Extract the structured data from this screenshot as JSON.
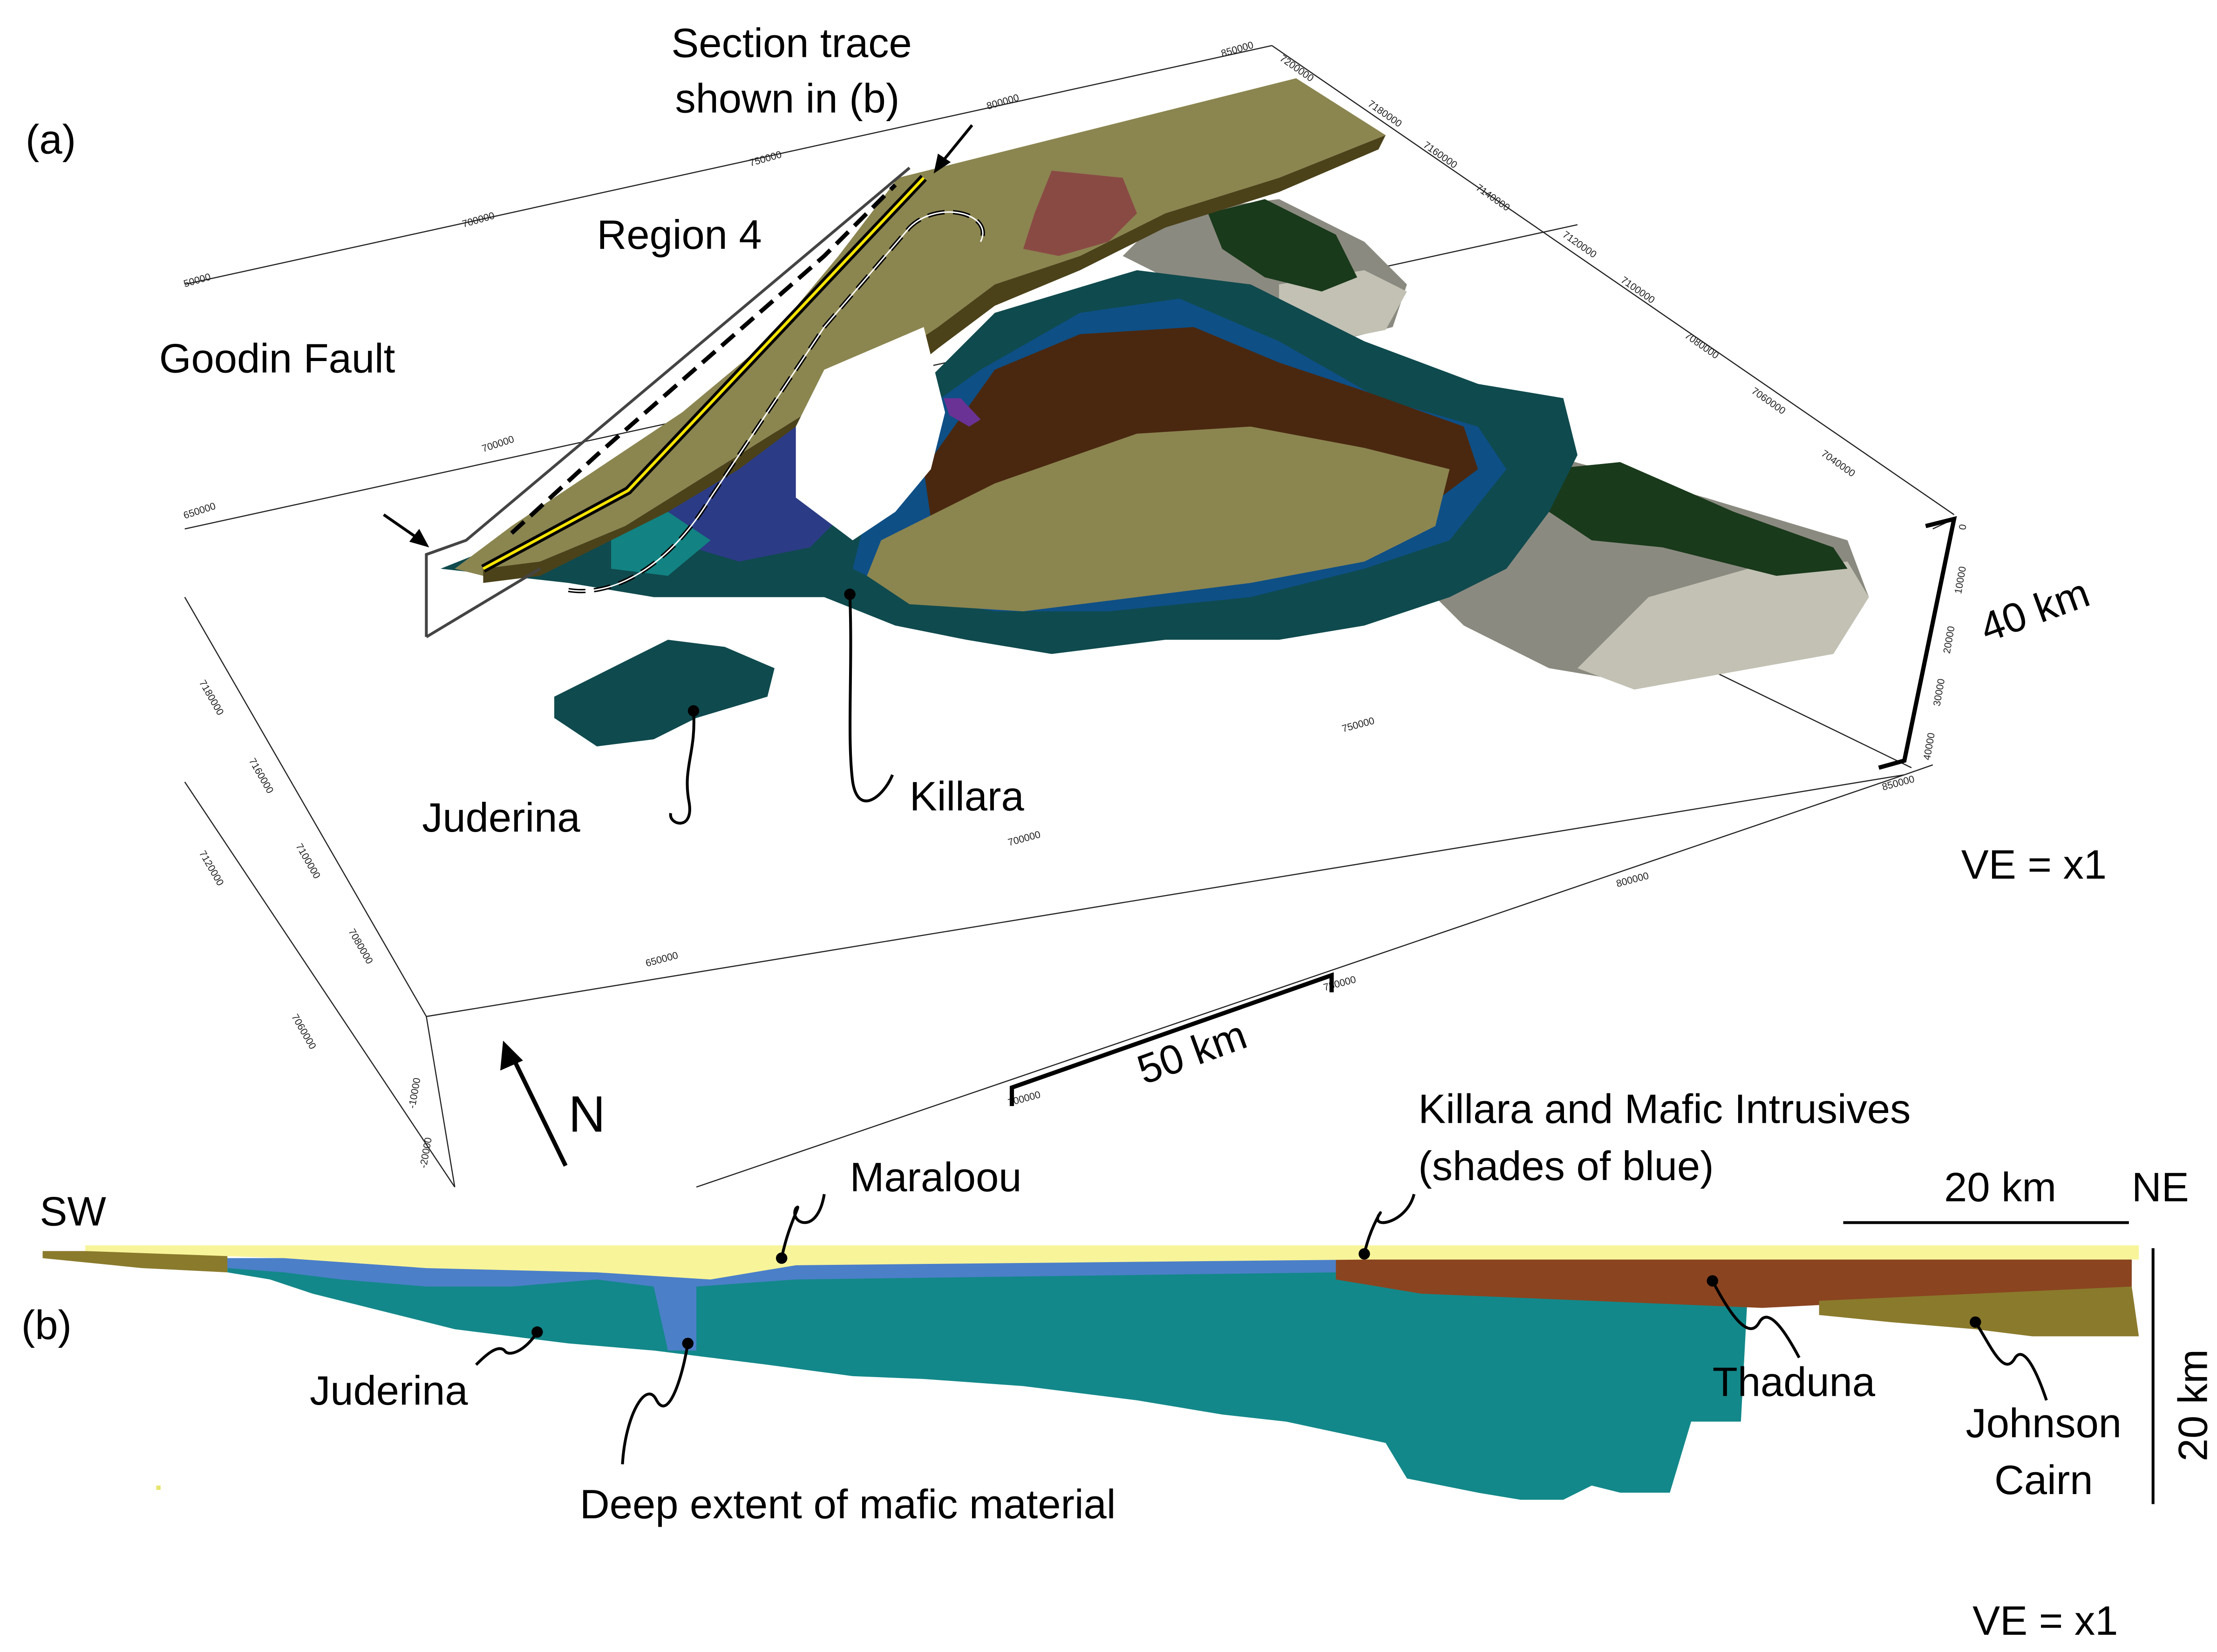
{
  "panel_a": {
    "label": "(a)",
    "section_trace_line1": "Section trace",
    "section_trace_line2": "shown in (b)",
    "region_label": "Region 4",
    "fault_label": "Goodin Fault",
    "juderina_label": "Juderina",
    "killara_label": "Killara",
    "ve_label": "VE = x1",
    "vertical_scale_label": "40 km",
    "horizontal_scale_label": "50 km",
    "north_label": "N",
    "ticks_easting_back": [
      "50000",
      "700000",
      "750000",
      "800000",
      "850000"
    ],
    "ticks_easting_mid": [
      "650000",
      "700000"
    ],
    "ticks_easting_front": [
      "650000",
      "700000",
      "750000",
      "800000",
      "850000"
    ],
    "ticks_northing_right": [
      "7200000",
      "7180000",
      "7160000",
      "7140000",
      "7120000",
      "7100000",
      "7080000",
      "7060000",
      "7040000"
    ],
    "ticks_northing_left": [
      "7180000",
      "7160000",
      "7120000",
      "7100000",
      "7080000",
      "7060000"
    ],
    "ticks_depth": [
      "0",
      "10000",
      "20000",
      "30000",
      "40000"
    ],
    "scale_bar_ticks": [
      "700000",
      "750000"
    ],
    "near_axis_ticks": [
      "-10000",
      "-20000"
    ]
  },
  "panel_b": {
    "label": "(b)",
    "sw_label": "SW",
    "ne_label": "NE",
    "horizontal_scale_label": "20 km",
    "vertical_scale_label": "20 km",
    "maraloou_label": "Maraloou",
    "killara_line1": "Killara and Mafic Intrusives",
    "killara_line2": "(shades of blue)",
    "juderina_label": "Juderina",
    "deep_label": "Deep extent of mafic material",
    "thaduna_label": "Thaduna",
    "johnson_line1": "Johnson",
    "johnson_line2": "Cairn",
    "ve_label": "VE = x1"
  },
  "colors": {
    "olive": "#8b8550",
    "dark_olive": "#4b421a",
    "brown": "#4a2810",
    "dark_teal": "#0f4a4e",
    "blue": "#0e4f86",
    "navy": "#2b3b85",
    "cyan": "#128282",
    "dark_green": "#193a1b",
    "gray": "#8b8a80",
    "light_gray": "#c2c1b4",
    "red": "#8a4a44",
    "purple": "#6a3294",
    "section_yellow": "#f8f49a",
    "section_teal": "#13888a",
    "section_blue": "#4b7fc8",
    "section_brown": "#8a4420",
    "section_olive": "#8a7a2c"
  }
}
